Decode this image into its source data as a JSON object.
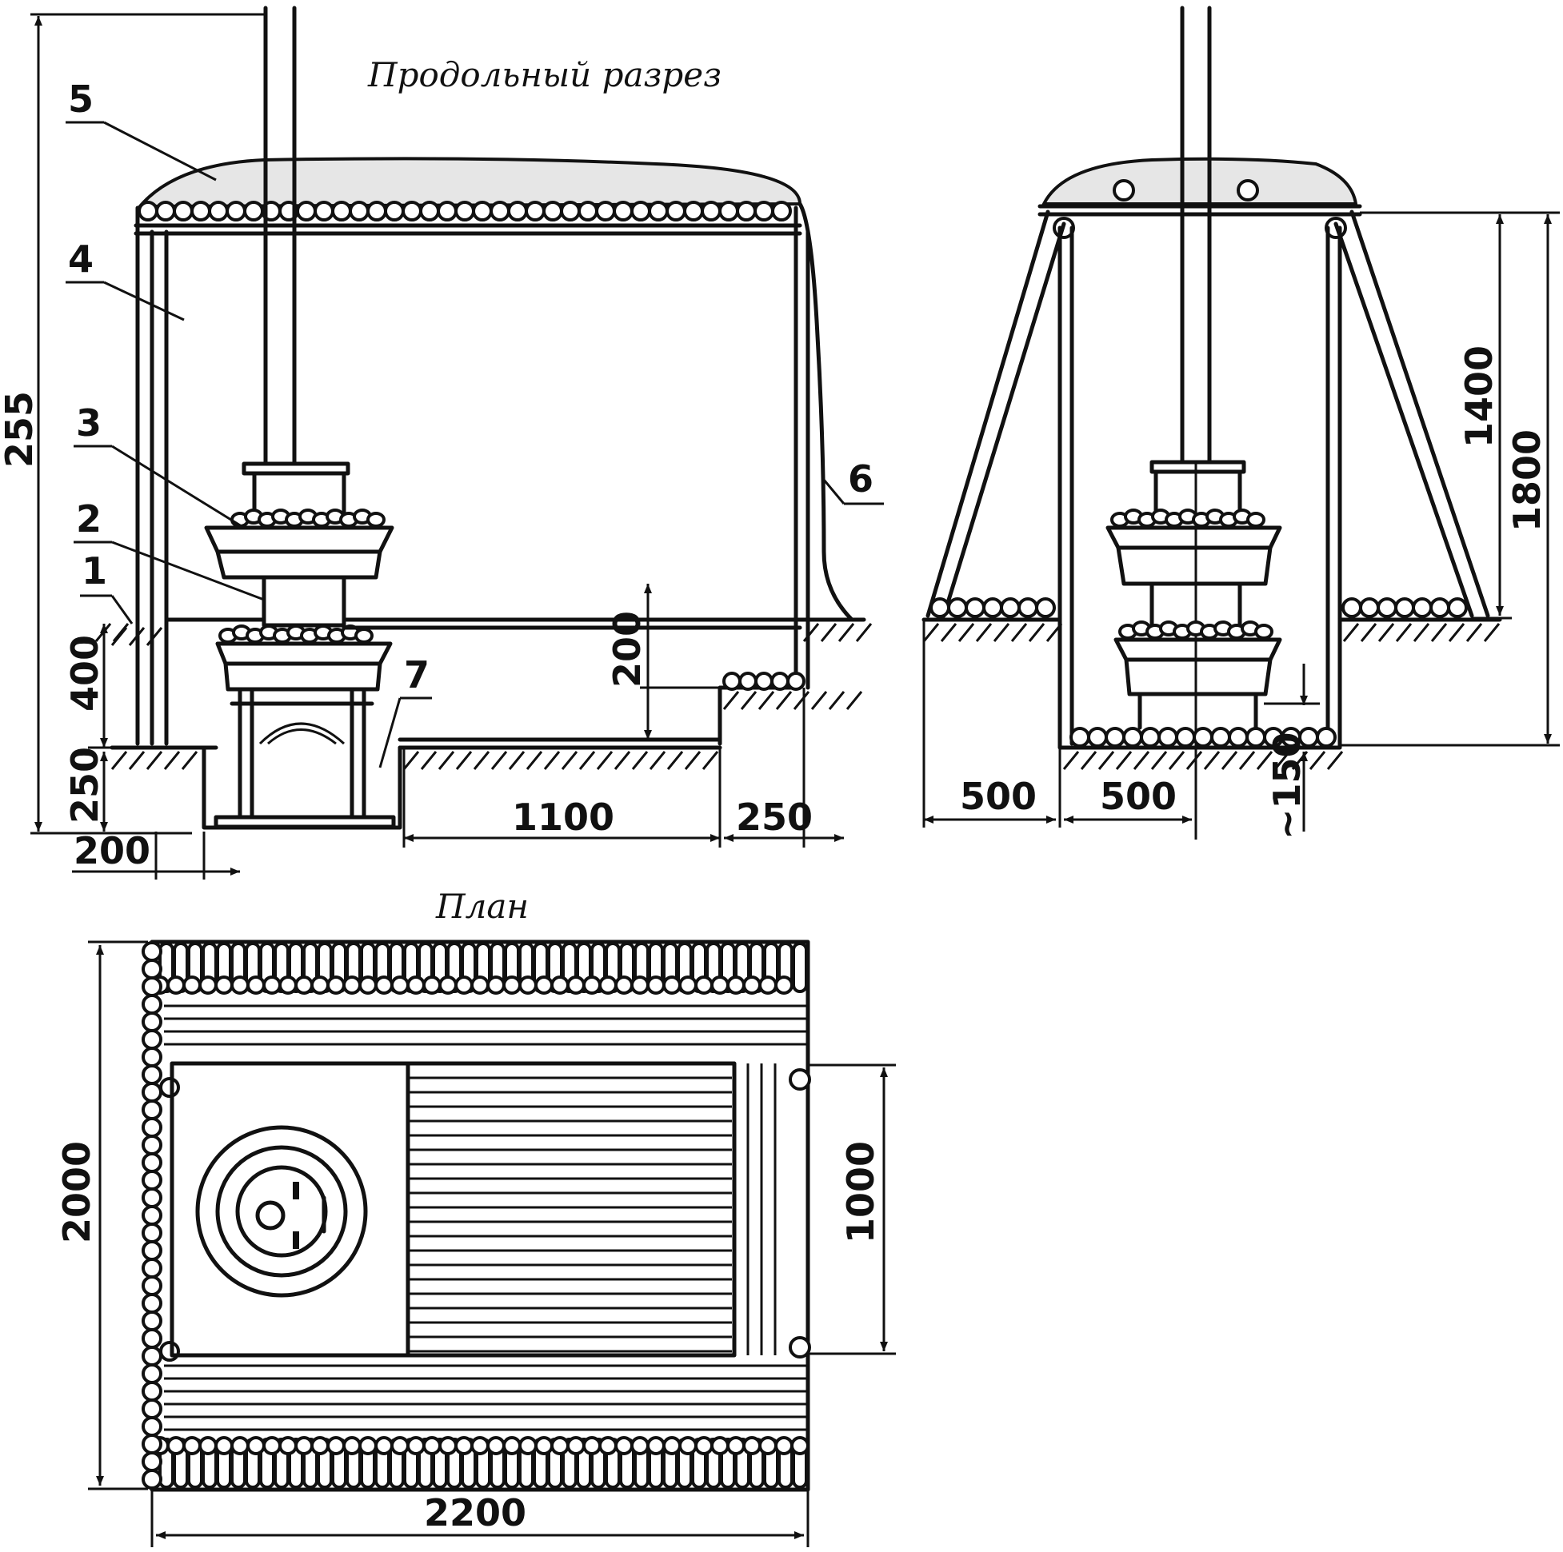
{
  "titles": {
    "section_longitudinal": "Продольный разрез",
    "plan": "План"
  },
  "callouts": [
    "1",
    "2",
    "3",
    "4",
    "5",
    "6",
    "7"
  ],
  "dimensions": {
    "long_height": "255",
    "depth_400": "400",
    "depth_250": "250",
    "width_200": "200",
    "step_200": "200",
    "length_1100": "1100",
    "step_250": "250",
    "cross_1400": "1400",
    "cross_1800": "1800",
    "cross_500_left": "500",
    "cross_500_right": "500",
    "cross_150": "~150",
    "plan_2000": "2000",
    "plan_1000": "1000",
    "plan_2200": "2200"
  }
}
